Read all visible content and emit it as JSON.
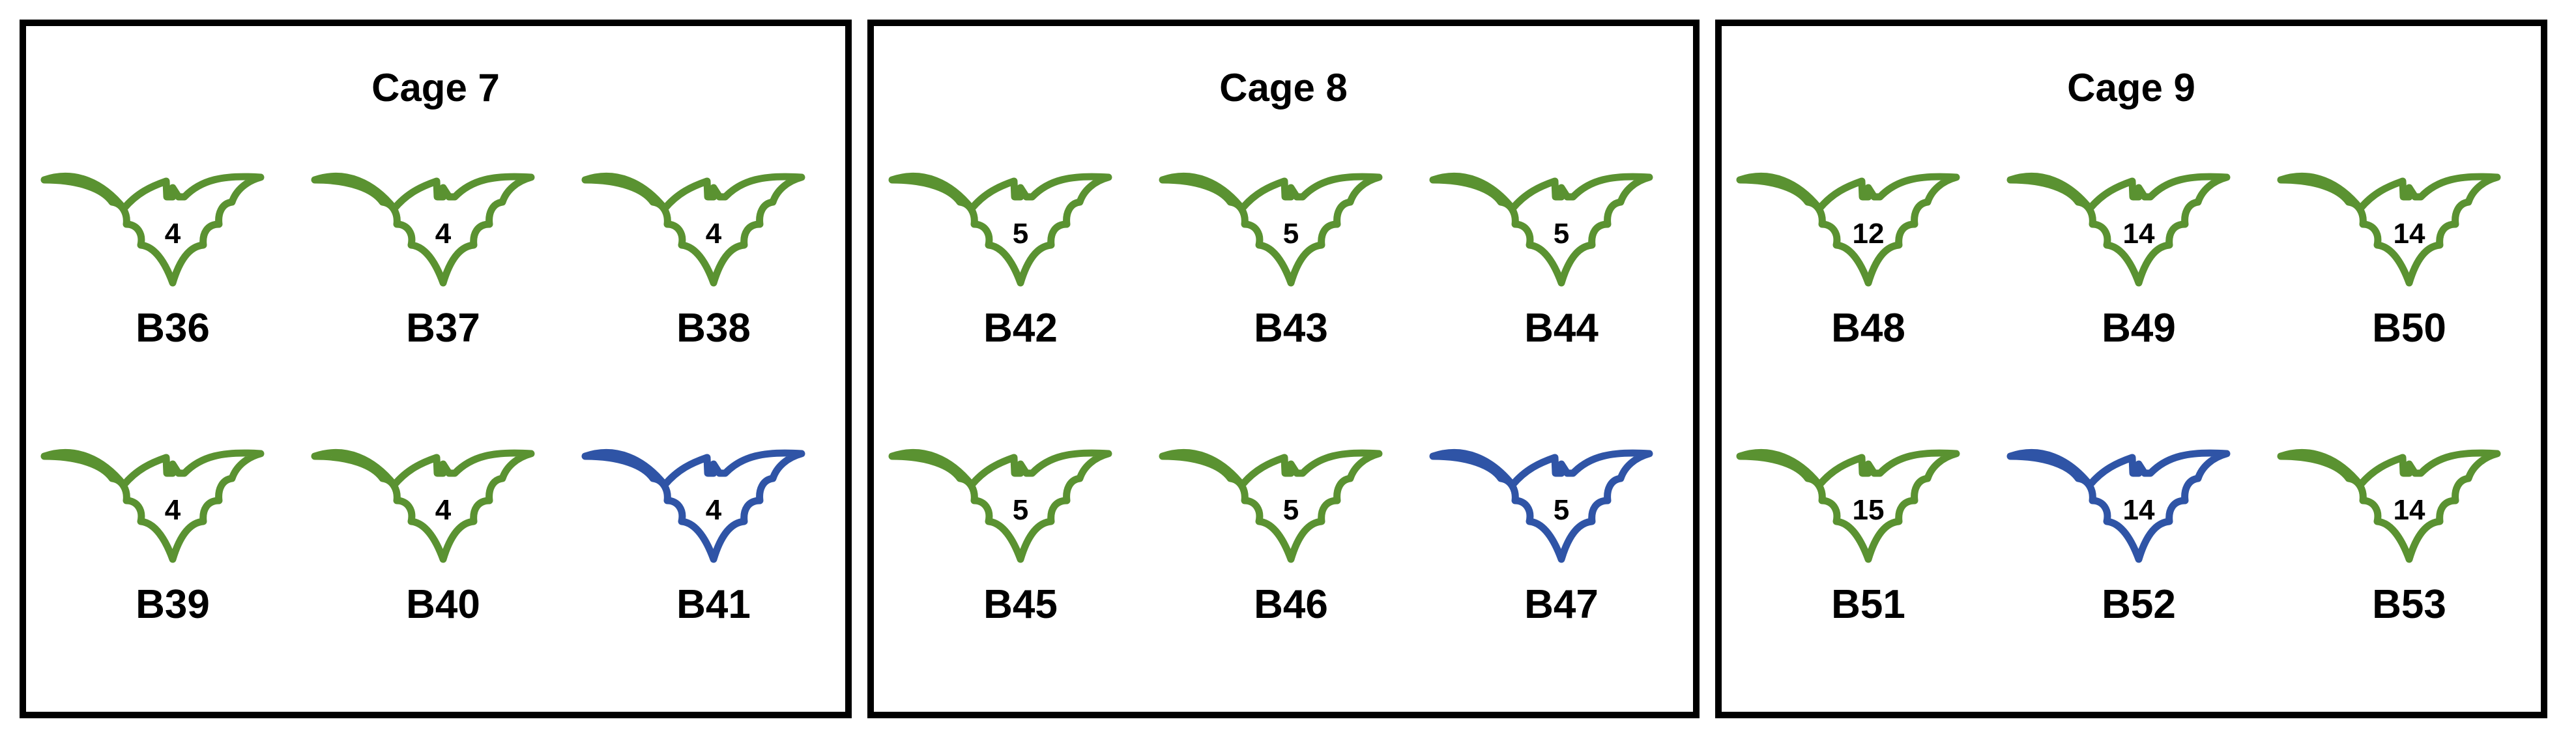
{
  "colors": {
    "green": "#5a9231",
    "blue": "#2f54a6",
    "border": "#000000",
    "text": "#000000"
  },
  "cages": [
    {
      "title": "Cage 7",
      "bats": [
        {
          "id": "B36",
          "count": "4",
          "color": "green"
        },
        {
          "id": "B37",
          "count": "4",
          "color": "green"
        },
        {
          "id": "B38",
          "count": "4",
          "color": "green"
        },
        {
          "id": "B39",
          "count": "4",
          "color": "green"
        },
        {
          "id": "B40",
          "count": "4",
          "color": "green"
        },
        {
          "id": "B41",
          "count": "4",
          "color": "blue"
        }
      ]
    },
    {
      "title": "Cage 8",
      "bats": [
        {
          "id": "B42",
          "count": "5",
          "color": "green"
        },
        {
          "id": "B43",
          "count": "5",
          "color": "green"
        },
        {
          "id": "B44",
          "count": "5",
          "color": "green"
        },
        {
          "id": "B45",
          "count": "5",
          "color": "green"
        },
        {
          "id": "B46",
          "count": "5",
          "color": "green"
        },
        {
          "id": "B47",
          "count": "5",
          "color": "blue"
        }
      ]
    },
    {
      "title": "Cage 9",
      "bats": [
        {
          "id": "B48",
          "count": "12",
          "color": "green"
        },
        {
          "id": "B49",
          "count": "14",
          "color": "green"
        },
        {
          "id": "B50",
          "count": "14",
          "color": "green"
        },
        {
          "id": "B51",
          "count": "15",
          "color": "green"
        },
        {
          "id": "B52",
          "count": "14",
          "color": "blue"
        },
        {
          "id": "B53",
          "count": "14",
          "color": "green"
        }
      ]
    }
  ]
}
